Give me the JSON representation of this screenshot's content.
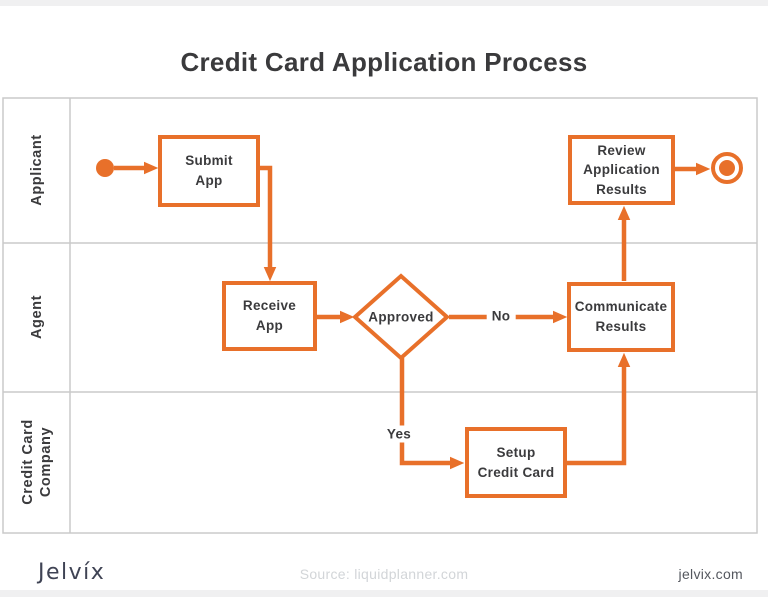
{
  "title": "Credit Card Application Process",
  "colors": {
    "accent": "#E8702A",
    "grid": "#CACACA",
    "text": "#3B3B3D",
    "footer_muted": "#D2D5D8",
    "footer_dark": "#54575E"
  },
  "lanes": {
    "applicant": "Applicant",
    "agent": "Agent",
    "company": "Credit Card\nCompany"
  },
  "nodes": {
    "submit_app": "Submit\nApp",
    "receive_app": "Receive\nApp",
    "approved": "Approved",
    "communicate_results": "Communicate\nResults",
    "setup_credit_card": "Setup\nCredit Card",
    "review_application_results": "Review\nApplication\nResults"
  },
  "edge_labels": {
    "no": "No",
    "yes": "Yes"
  },
  "footer": {
    "logo": "Jelvíx",
    "source": "Source: liquidplanner.com",
    "site": "jelvix.com"
  }
}
